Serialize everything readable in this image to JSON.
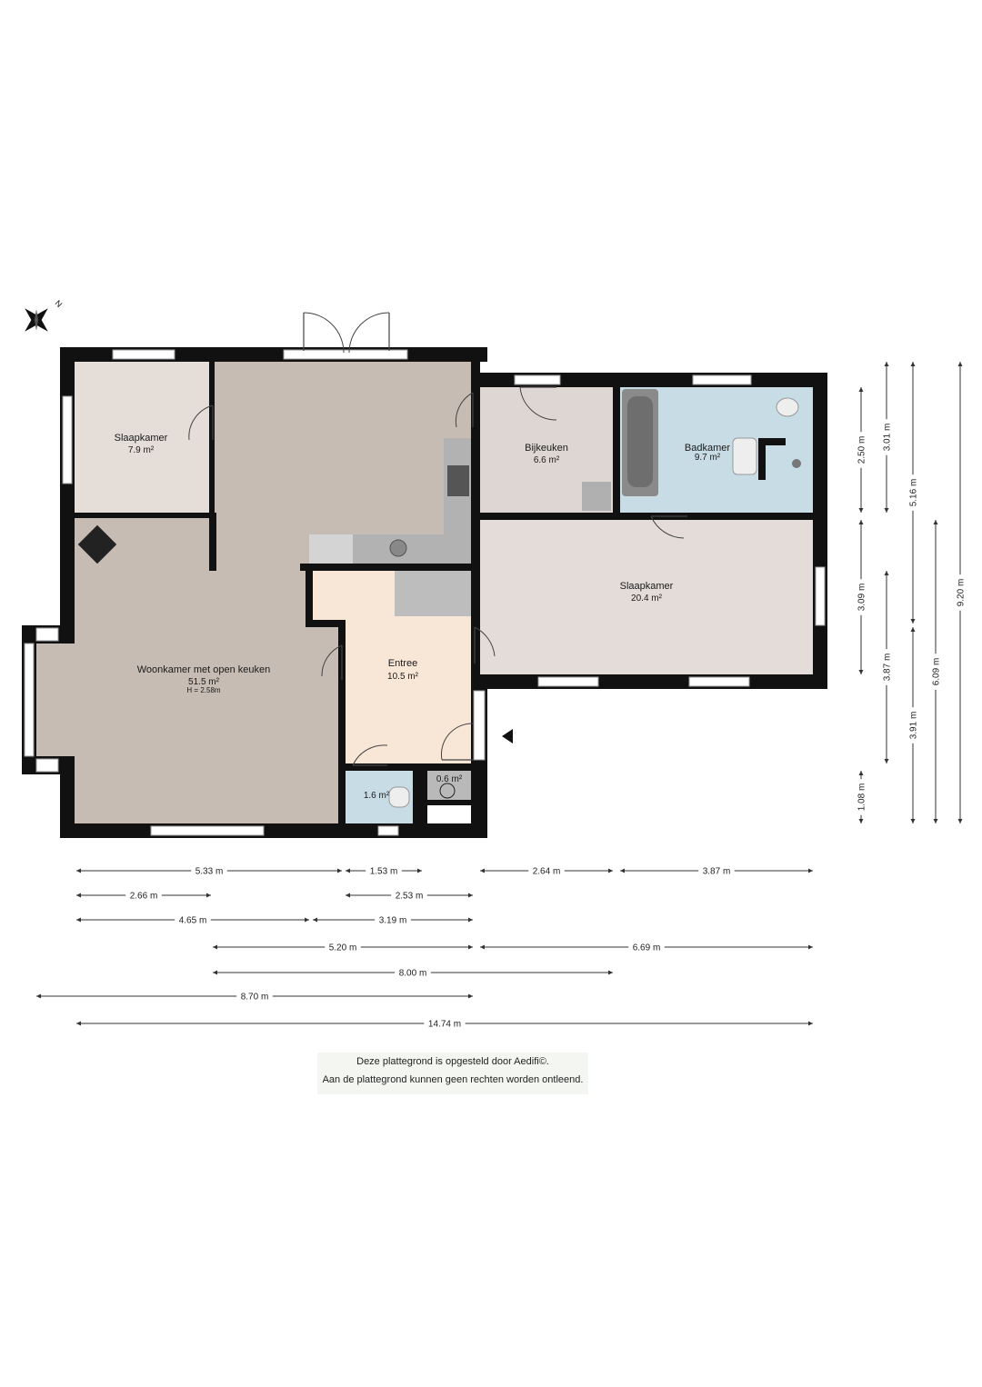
{
  "compass": {
    "label": "N",
    "icon": "compass-rose-icon"
  },
  "rooms": {
    "slaapkamer_small": {
      "name": "Slaapkamer",
      "area": "7.9 m²"
    },
    "woonkamer": {
      "name": "Woonkamer met open keuken",
      "area": "51.5 m²",
      "height": "H = 2.58m"
    },
    "entree": {
      "name": "Entree",
      "area": "10.5 m²"
    },
    "bijkeuken": {
      "name": "Bijkeuken",
      "area": "6.6 m²"
    },
    "badkamer": {
      "name": "Badkamer",
      "area": "9.7 m²"
    },
    "slaapkamer_large": {
      "name": "Slaapkamer",
      "area": "20.4 m²"
    },
    "toilet": {
      "area": "1.6 m²"
    },
    "meterkast": {
      "area": "0.6 m²"
    }
  },
  "colors": {
    "slaapkamer": "#e4ddd8",
    "woonkamer": "#c6bcb3",
    "entree": "#f8e6d7",
    "bijkeuken": "#ddd6d2",
    "badkamer": "#c8dce6",
    "slaapkamer_large": "#e3dcd8",
    "toilet": "#c8dce6",
    "meterkast": "#b9b9b9",
    "kitchen": "#b2b2b2",
    "wall": "#111111"
  },
  "dimensions": {
    "horizontal": [
      {
        "label": "5.33 m"
      },
      {
        "label": "1.53 m"
      },
      {
        "label": "2.64 m"
      },
      {
        "label": "3.87 m"
      },
      {
        "label": "2.66 m"
      },
      {
        "label": "2.53 m"
      },
      {
        "label": "4.65 m"
      },
      {
        "label": "3.19 m"
      },
      {
        "label": "5.20 m"
      },
      {
        "label": "6.69 m"
      },
      {
        "label": "8.00 m"
      },
      {
        "label": "8.70 m"
      },
      {
        "label": "14.74 m"
      }
    ],
    "vertical": [
      {
        "label": "2.50 m"
      },
      {
        "label": "3.09 m"
      },
      {
        "label": "1.08 m"
      },
      {
        "label": "3.01 m"
      },
      {
        "label": "3.87 m"
      },
      {
        "label": "5.16 m"
      },
      {
        "label": "3.91 m"
      },
      {
        "label": "6.09 m"
      },
      {
        "label": "9.20 m"
      }
    ]
  },
  "footer": {
    "line1": "Deze plattegrond is opgesteld door Aedifi©.",
    "line2": "Aan de plattegrond kunnen geen rechten worden ontleend."
  }
}
